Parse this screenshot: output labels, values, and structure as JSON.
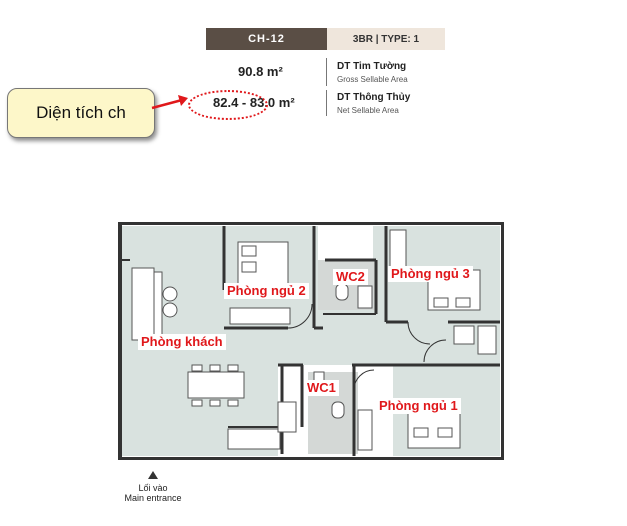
{
  "header": {
    "unit_code": "CH-12",
    "unit_type": "3BR | TYPE: 1"
  },
  "areas": {
    "gross_value": "90.8 m²",
    "gross_label": "DT Tim Tường",
    "gross_sublabel": "Gross Sellable Area",
    "net_value": "82.4 - 83.0 m²",
    "net_label": "DT Thông Thủy",
    "net_sublabel": "Net Sellable Area"
  },
  "callout": {
    "text": "Diện tích ch",
    "accent_color": "#e0181b"
  },
  "rooms": {
    "living": "Phòng khách",
    "bedroom1": "Phòng ngủ 1",
    "bedroom2": "Phòng ngủ 2",
    "bedroom3": "Phòng ngủ 3",
    "wc1": "WC1",
    "wc2": "WC2"
  },
  "entrance": {
    "vi": "Lối vào",
    "en": "Main entrance"
  },
  "colors": {
    "header_dark": "#5a4e45",
    "header_light": "#efe6dc",
    "floor": "#d9e2df",
    "wall": "#333333",
    "label": "#e0181b"
  }
}
